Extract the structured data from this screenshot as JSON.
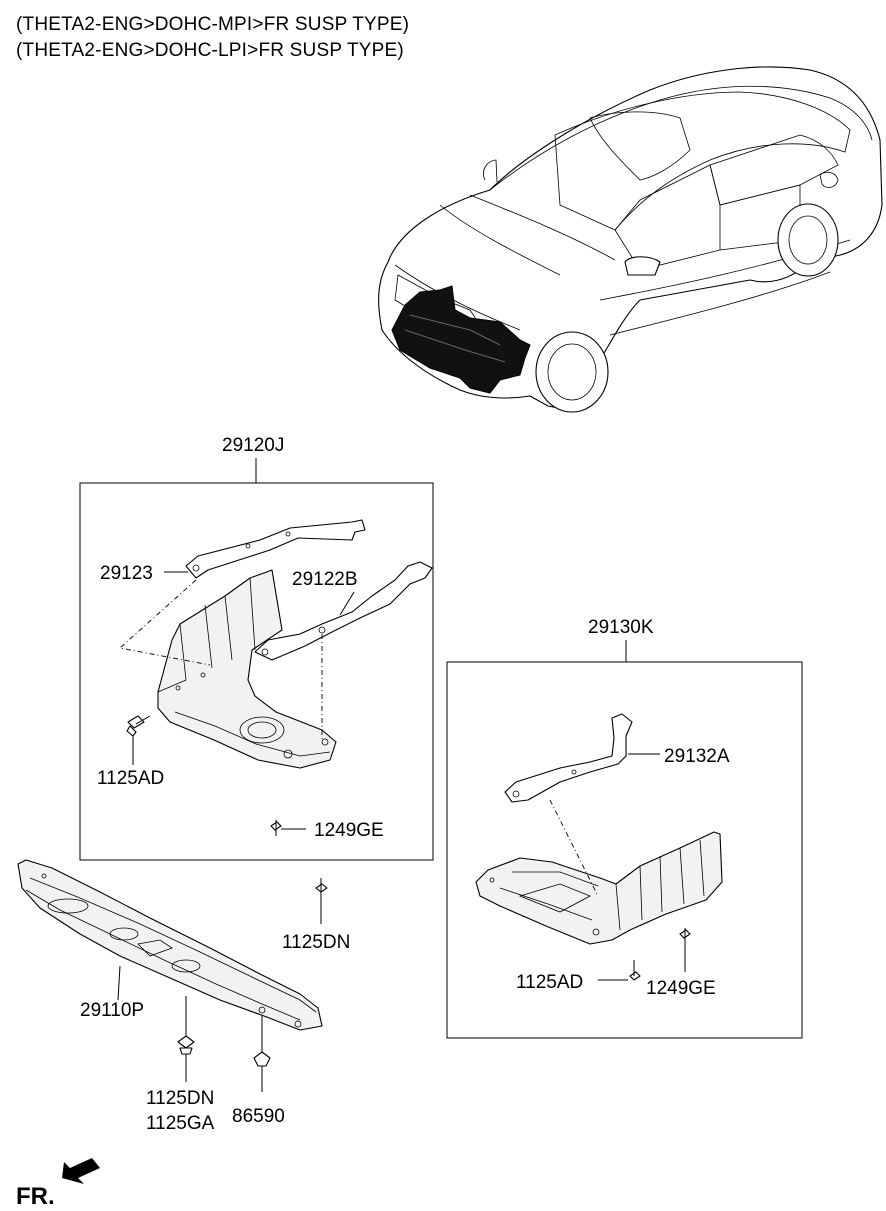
{
  "header": {
    "line1": "(THETA2-ENG>DOHC-MPI>FR SUSP TYPE)",
    "line2": "(THETA2-ENG>DOHC-LPI>FR SUSP TYPE)"
  },
  "labels": {
    "assy_left": "29120J",
    "assy_right": "29130K",
    "p29123": "29123",
    "p29122b": "29122B",
    "p1125ad_left": "1125AD",
    "p1249ge_left": "1249GE",
    "p29132a": "29132A",
    "p1125ad_right": "1125AD",
    "p1249ge_right": "1249GE",
    "p1125dn_mid": "1125DN",
    "p29110p": "29110P",
    "p1125dn_bottom": "1125DN",
    "p1125ga": "1125GA",
    "p86590": "86590",
    "direction": "FR."
  }
}
